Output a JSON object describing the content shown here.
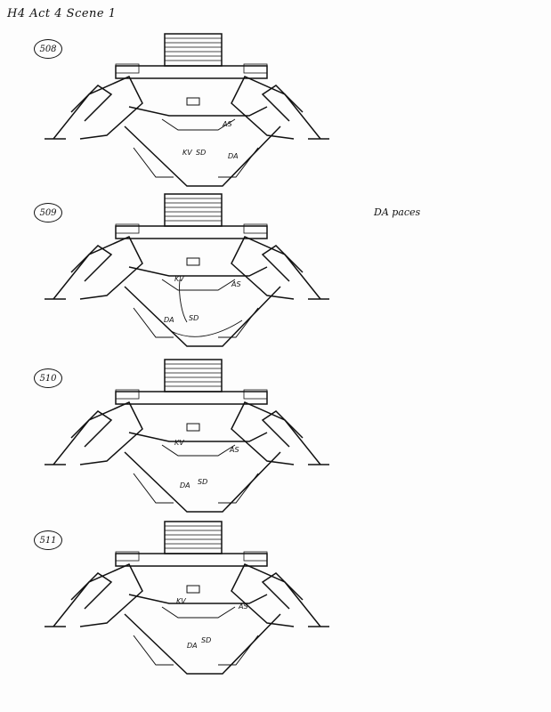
{
  "header": {
    "note": "H4   Act 4 Scene 1"
  },
  "side_note": "DA paces",
  "diagrams": [
    {
      "cue": "508",
      "labels": {
        "as": "AS",
        "kv": "KV",
        "sd": "SD",
        "da": "DA"
      }
    },
    {
      "cue": "509",
      "labels": {
        "as": "AS",
        "kv": "KV",
        "sd": "SD",
        "da": "DA"
      }
    },
    {
      "cue": "510",
      "labels": {
        "as": "AS",
        "kv": "KV",
        "sd": "SD",
        "da": "DA"
      }
    },
    {
      "cue": "511",
      "labels": {
        "as": "AS",
        "kv": "KV",
        "sd": "SD",
        "da": "DA"
      }
    }
  ],
  "colors": {
    "ink": "#111111",
    "paper": "#fdfdfd"
  }
}
